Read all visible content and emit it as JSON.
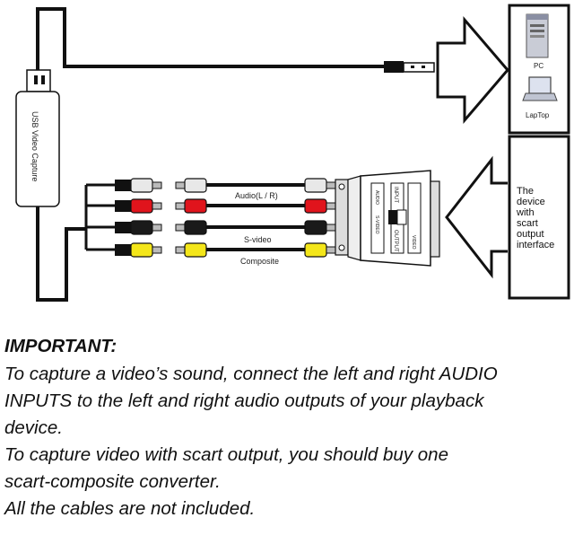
{
  "diagram": {
    "usb_device_label": "USB Video Capture",
    "pc_label": "PC",
    "laptop_label": "LapTop",
    "device_box_label": [
      "The",
      "device",
      "with",
      "scart",
      "output",
      "interface"
    ],
    "audio_label": "Audio(L / R)",
    "svideo_label": "S-video",
    "composite_label": "Composite",
    "scart_input_label": "INPUT",
    "scart_output_label": "OUTPUT",
    "scart_small_labels": [
      "AUDIO",
      "S-VIDEO",
      "VIDEO"
    ]
  },
  "notes": {
    "heading": "IMPORTANT:",
    "lines": [
      "To capture a video’s sound, connect the left and right AUDIO",
      "INPUTS to the left and right audio outputs of your playback",
      "device.",
      "To capture video with scart output, you should buy one",
      "scart-composite converter.",
      "All the cables are not included."
    ]
  },
  "colors": {
    "white_plug": "#e8e8e8",
    "red_plug": "#e0141c",
    "black_plug": "#1a1a1a",
    "yellow_plug": "#f4e61a",
    "line": "#111111"
  }
}
